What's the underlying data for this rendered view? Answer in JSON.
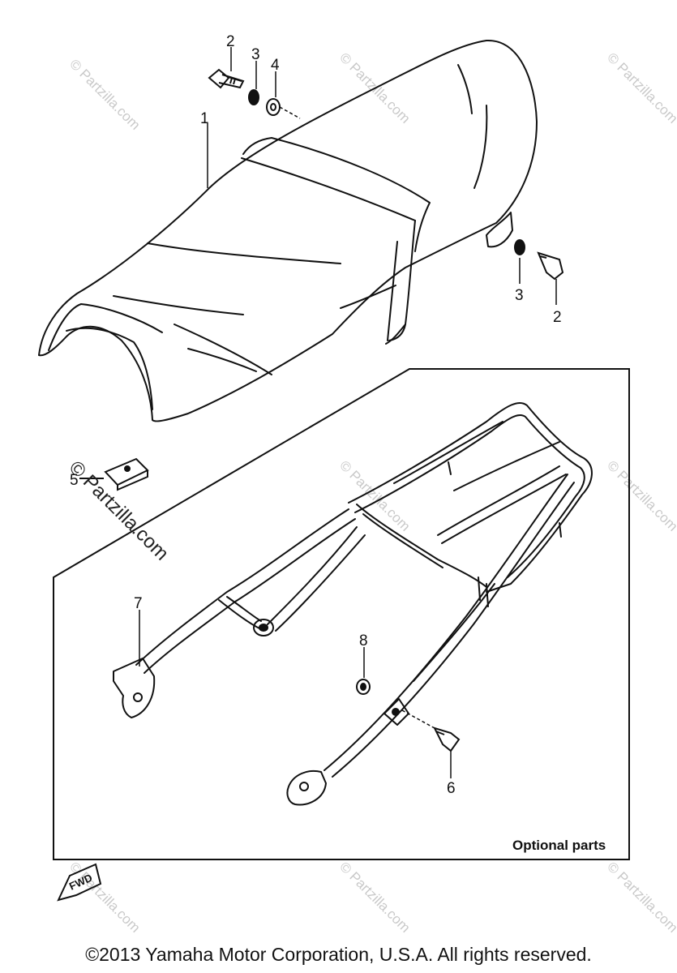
{
  "callouts": {
    "seat": "1",
    "bolt_top": "2",
    "washer_top": "3",
    "washer_top_2": "4",
    "washer_right": "3",
    "bolt_right": "2",
    "bracket": "5",
    "carrier": "7",
    "collar": "8",
    "carrier_bolt": "6"
  },
  "optional_label": "Optional parts",
  "fwd_label": "FWD",
  "watermark": "© Partzilla.com",
  "copyright": "©2013 Yamaha Motor Corporation, U.S.A. All rights reserved."
}
